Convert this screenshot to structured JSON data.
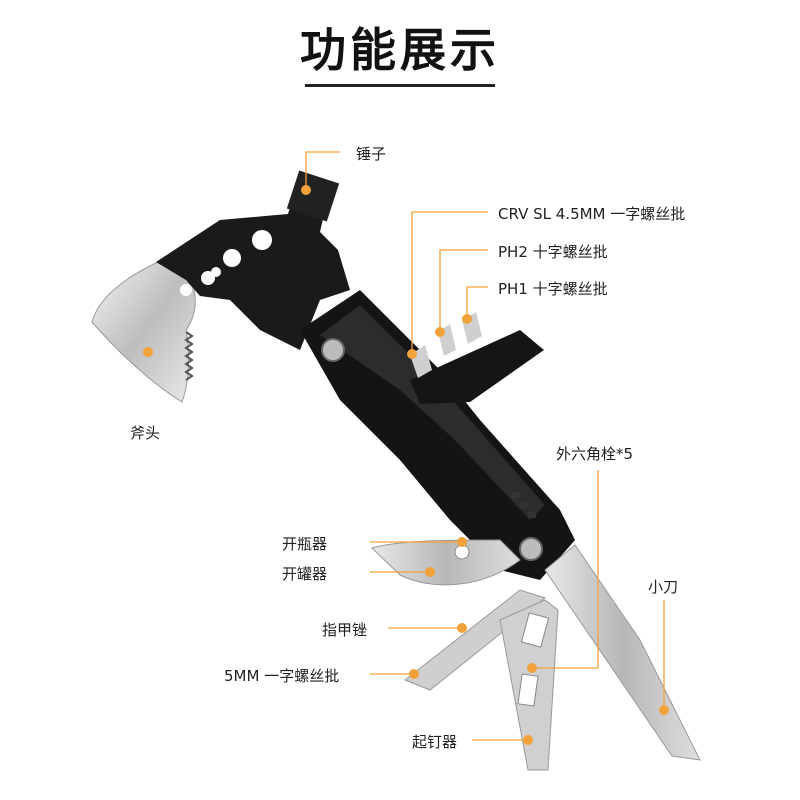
{
  "header": {
    "title": "功能展示"
  },
  "colors": {
    "accent": "#f2a23b",
    "handle": "#111111",
    "steel": "#d9d9d9",
    "text": "#222222"
  },
  "labels": {
    "hammer": "锤子",
    "crv_sl": "CRV SL 4.5MM 一字螺丝批",
    "ph2": "PH2 十字螺丝批",
    "ph1": "PH1 十字螺丝批",
    "axe_head": "斧头",
    "hex_bolt": "外六角栓*5",
    "bottle_opener": "开瓶器",
    "can_opener": "开罐器",
    "small_knife": "小刀",
    "nail_file": "指甲锉",
    "flat_5mm": "5MM 一字螺丝批",
    "nail_puller": "起钉器"
  }
}
